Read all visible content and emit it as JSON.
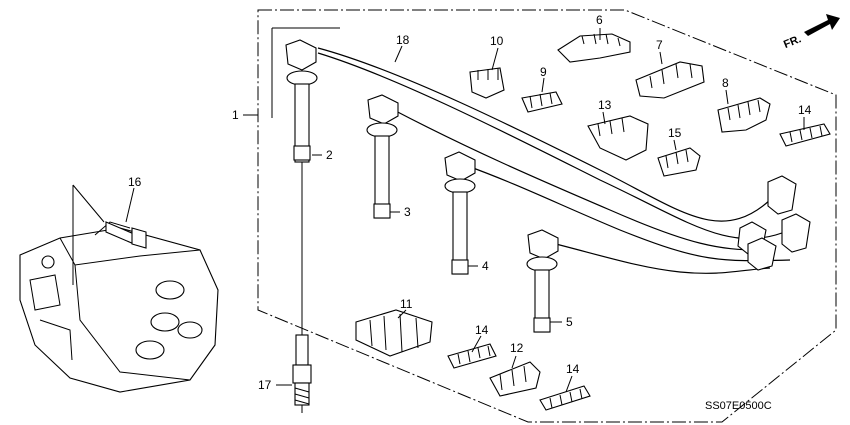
{
  "diagram_code": "SS07E0500C",
  "direction_arrow": {
    "label": "FR.",
    "icon": "forward-arrow-icon"
  },
  "callouts": [
    {
      "id": "c1",
      "number": "1"
    },
    {
      "id": "c2",
      "number": "2"
    },
    {
      "id": "c3",
      "number": "3"
    },
    {
      "id": "c4",
      "number": "4"
    },
    {
      "id": "c5",
      "number": "5"
    },
    {
      "id": "c6",
      "number": "6"
    },
    {
      "id": "c7",
      "number": "7"
    },
    {
      "id": "c8",
      "number": "8"
    },
    {
      "id": "c9",
      "number": "9"
    },
    {
      "id": "c10",
      "number": "10"
    },
    {
      "id": "c11",
      "number": "11"
    },
    {
      "id": "c12",
      "number": "12"
    },
    {
      "id": "c13",
      "number": "13"
    },
    {
      "id": "c14a",
      "number": "14"
    },
    {
      "id": "c14b",
      "number": "14"
    },
    {
      "id": "c14c",
      "number": "14"
    },
    {
      "id": "c15",
      "number": "15"
    },
    {
      "id": "c16",
      "number": "16"
    },
    {
      "id": "c17",
      "number": "17"
    },
    {
      "id": "c18",
      "number": "18"
    }
  ]
}
